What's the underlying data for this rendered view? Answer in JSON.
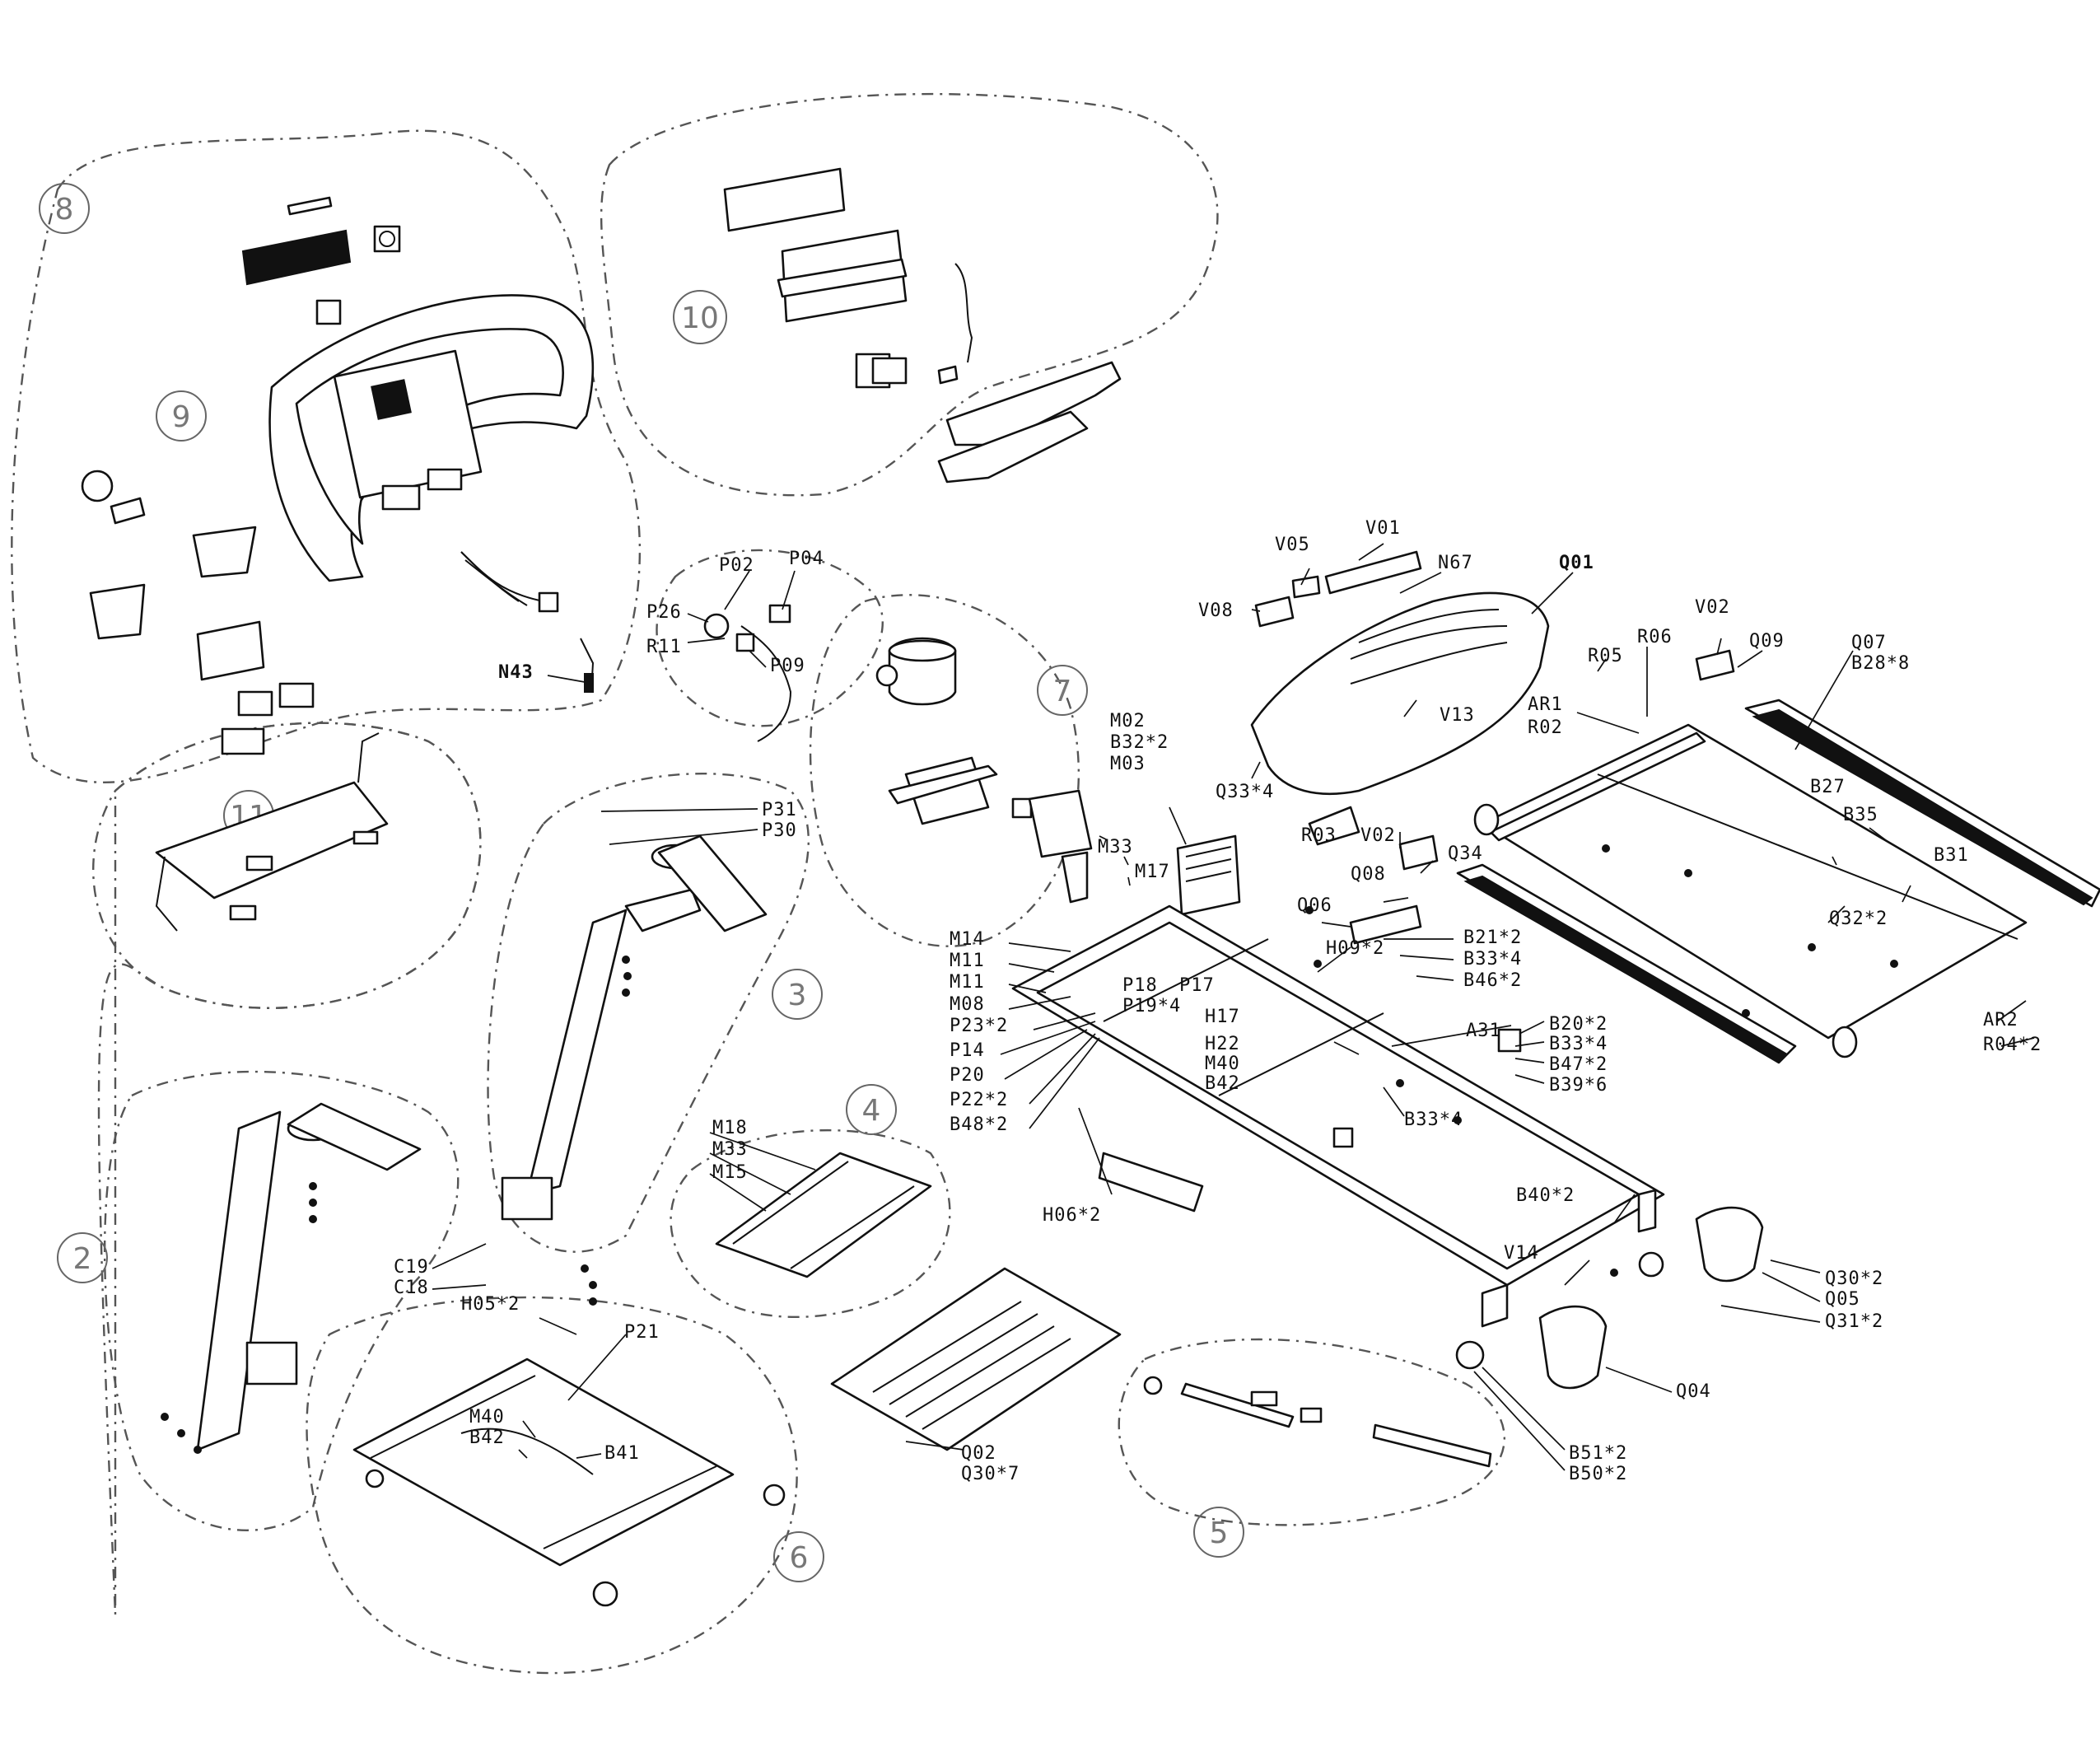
{
  "assembly_groups": [
    {
      "id": "group-8",
      "number": "8"
    },
    {
      "id": "group-9",
      "number": "9"
    },
    {
      "id": "group-10",
      "number": "10"
    },
    {
      "id": "group-11",
      "number": "11"
    },
    {
      "id": "group-7",
      "number": "7"
    },
    {
      "id": "group-3",
      "number": "3"
    },
    {
      "id": "group-2",
      "number": "2"
    },
    {
      "id": "group-4",
      "number": "4"
    },
    {
      "id": "group-6",
      "number": "6"
    },
    {
      "id": "group-5",
      "number": "5"
    }
  ],
  "labels": {
    "v01": "V01",
    "v05": "V05",
    "v08": "V08",
    "n67": "N67",
    "q01": "Q01",
    "v02a": "V02",
    "q09": "Q09",
    "q07": "Q07",
    "b28": "B28*8",
    "r06": "R06",
    "r05": "R05",
    "ar1": "AR1",
    "r02": "R02",
    "v13": "V13",
    "q33": "Q33*4",
    "b27": "B27",
    "b35": "B35",
    "b31": "B31",
    "r03": "R03",
    "v02b": "V02",
    "q34": "Q34",
    "q08": "Q08",
    "q06": "Q06",
    "q32": "Q32*2",
    "ar2": "AR2",
    "r04": "R04*2",
    "m02": "M02",
    "b32": "B32*2",
    "m03": "M03",
    "m33a": "M33",
    "m17": "M17",
    "m14": "M14",
    "m11a": "M11",
    "m11b": "M11",
    "m08": "M08",
    "p23": "P23*2",
    "p14": "P14",
    "p20": "P20",
    "p22": "P22*2",
    "b48": "B48*2",
    "p18": "P18",
    "p17": "P17",
    "p19": "P19*4",
    "b21": "B21*2",
    "b33a": "B33*4",
    "b46": "B46*2",
    "h09": "H09*2",
    "h17": "H17",
    "h22": "H22",
    "m40a": "M40",
    "b42a": "B42",
    "a31": "A31",
    "b20": "B20*2",
    "b33b": "B33*4",
    "b47": "B47*2",
    "b39": "B39*6",
    "b33c": "B33*4",
    "h06": "H06*2",
    "b40": "B40*2",
    "v14": "V14",
    "q30a": "Q30*2",
    "q05": "Q05",
    "q31": "Q31*2",
    "q04": "Q04",
    "b51": "B51*2",
    "b50": "B50*2",
    "p02": "P02",
    "p04": "P04",
    "p26": "P26",
    "r11": "R11",
    "p09": "P09",
    "n43": "N43",
    "p31": "P31",
    "p30": "P30",
    "m18": "M18",
    "m33b": "M33",
    "m15": "M15",
    "c19": "C19",
    "c18": "C18",
    "h05": "H05*2",
    "p21": "P21",
    "m40b": "M40",
    "b42b": "B42",
    "b41": "B41",
    "q02": "Q02",
    "q30b": "Q30*7"
  }
}
